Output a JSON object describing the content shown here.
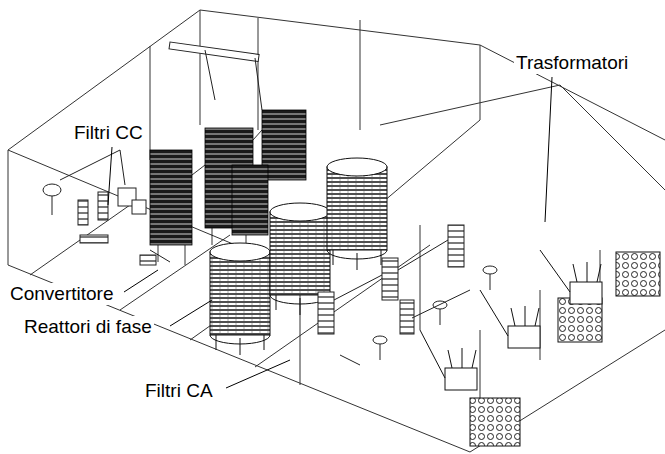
{
  "diagram": {
    "labels": [
      "Trasformatori",
      "Filtri CC",
      "Convertitore",
      "Reattori di fase",
      "Filtri CA"
    ]
  }
}
